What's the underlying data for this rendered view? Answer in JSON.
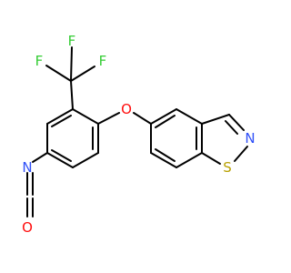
{
  "molecule": {
    "atoms": {
      "F1": "F",
      "F2": "F",
      "F3": "F",
      "O_ether": "O",
      "N_ring": "N",
      "S_ring": "S",
      "N_iso": "N",
      "O_iso": "O"
    },
    "colors": {
      "bond": "#000000",
      "F": "#33CC33",
      "O": "#FF0D0D",
      "N": "#3050F8",
      "S": "#B8A000"
    }
  }
}
